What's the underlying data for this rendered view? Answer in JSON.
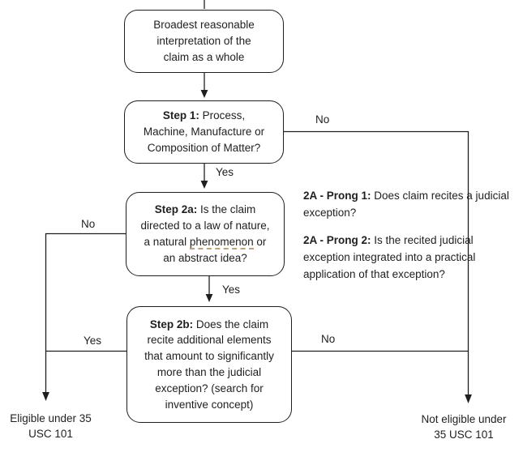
{
  "colors": {
    "background": "#ffffff",
    "line": "#1f1f1f",
    "text": "#1f1f1f",
    "spell_underline": "#c4a171"
  },
  "boxes": {
    "interpretation": {
      "text": "Broadest reasonable interpretation of the claim as a whole"
    },
    "step1": {
      "bold": "Step 1:",
      "text": " Process, Machine, Manufacture or Composition of Matter?"
    },
    "step2a": {
      "bold": "Step 2a:",
      "text_before": " Is the claim directed to a law of nature, a natural ",
      "underlined_word": "phenomenon",
      "text_after": " or an abstract idea?"
    },
    "step2b": {
      "bold": "Step 2b:",
      "text": " Does the claim recite additional elements that amount to significantly more than the judicial exception? (search for inventive concept)"
    }
  },
  "annotations": {
    "prong1": {
      "bold": "2A - Prong 1:",
      "text": " Does claim recites a judicial exception?"
    },
    "prong2": {
      "bold": "2A - Prong 2:",
      "text": " Is the recited judicial exception integrated into a practical application of that exception?"
    }
  },
  "edge_labels": {
    "step1_no": "No",
    "step1_yes": "Yes",
    "step2a_no": "No",
    "step2a_yes": "Yes",
    "step2b_yes": "Yes",
    "step2b_no": "No"
  },
  "outcomes": {
    "eligible_line1": "Eligible under 35",
    "eligible_line2": "USC 101",
    "not_eligible_line1": "Not eligible under",
    "not_eligible_line2": "35 USC 101"
  }
}
